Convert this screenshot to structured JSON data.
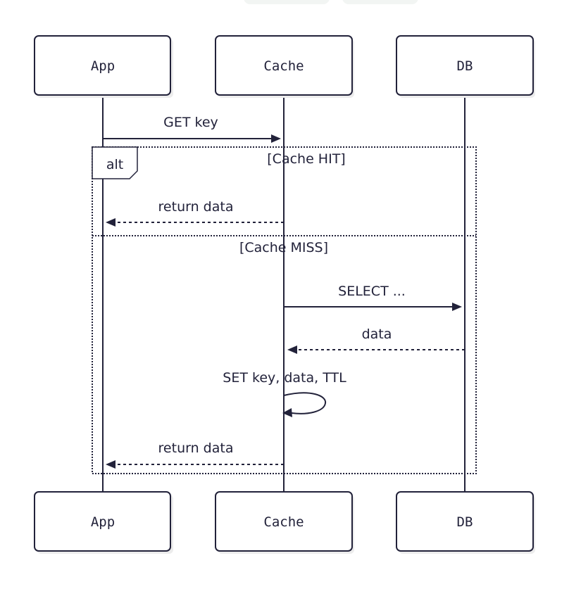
{
  "participants": [
    {
      "name": "App"
    },
    {
      "name": "Cache"
    },
    {
      "name": "DB"
    }
  ],
  "messages": [
    {
      "id": "get-key",
      "from": "App",
      "to": "Cache",
      "label": "GET key",
      "style": "solid"
    },
    {
      "id": "return-data-hit",
      "from": "Cache",
      "to": "App",
      "label": "return data",
      "style": "dashed"
    },
    {
      "id": "select",
      "from": "Cache",
      "to": "DB",
      "label": "SELECT ...",
      "style": "solid"
    },
    {
      "id": "data",
      "from": "DB",
      "to": "Cache",
      "label": "data",
      "style": "dashed"
    },
    {
      "id": "set-key",
      "from": "Cache",
      "to": "Cache",
      "label": "SET key, data, TTL",
      "style": "solid"
    },
    {
      "id": "return-data-miss",
      "from": "Cache",
      "to": "App",
      "label": "return data",
      "style": "dashed"
    }
  ],
  "fragment": {
    "operator": "alt",
    "guards": [
      "[Cache HIT]",
      "[Cache MISS]"
    ]
  },
  "colors": {
    "ink": "#22223a",
    "background": "#ffffff"
  }
}
